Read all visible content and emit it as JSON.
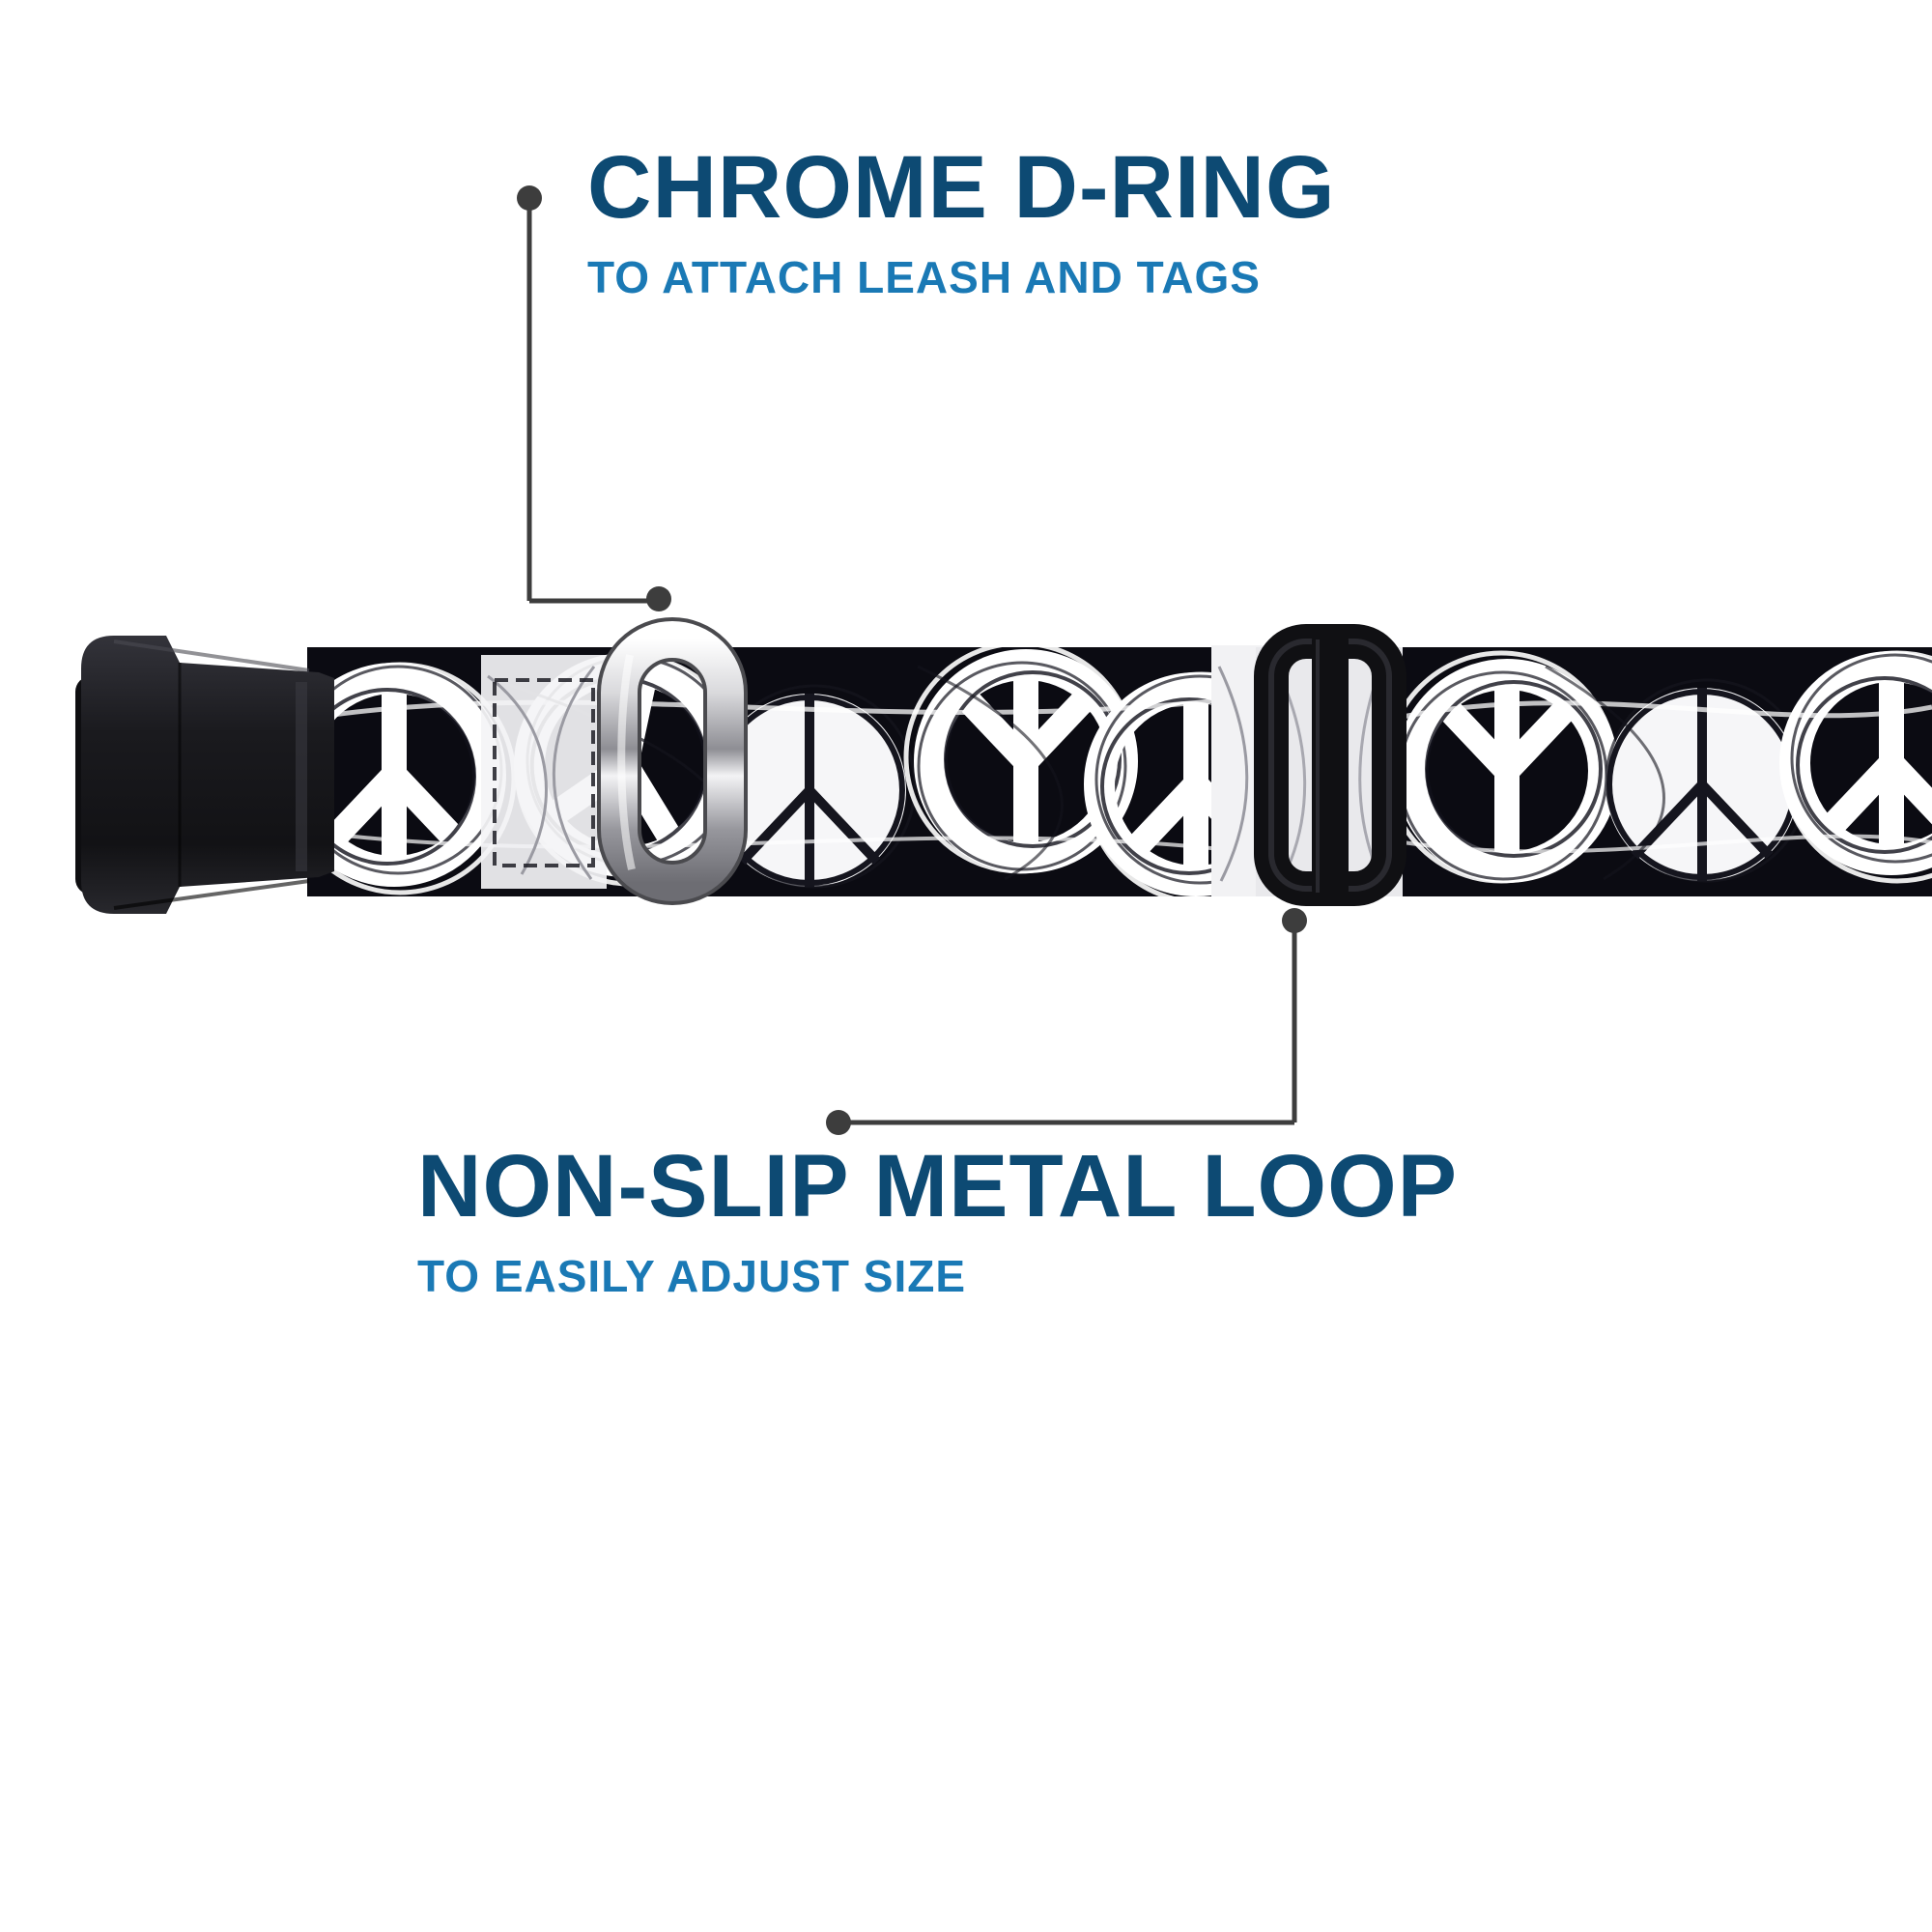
{
  "page": {
    "background": "#ffffff",
    "description": "Dog collar product callout diagram"
  },
  "callouts": {
    "d_ring": {
      "title": "CHROME D-RING",
      "subtitle": "TO ATTACH LEASH AND TAGS"
    },
    "metal_loop": {
      "title": "NON-SLIP METAL LOOP",
      "subtitle": "TO EASILY ADJUST SIZE"
    }
  },
  "colors": {
    "title_text": "#0d4a73",
    "subtitle_text": "#1a79b5",
    "leader_line": "#3d3d3d",
    "strap_background": "#0b0b12",
    "strap_pattern": "#ffffff",
    "buckle_plastic": "#1b1b1f",
    "d_ring_chrome": "#c9c9cd",
    "metal_loop_black": "#101013"
  },
  "parts": {
    "buckle": "plastic-side-release-buckle",
    "strap": "peace-sign-webbing-strap",
    "d_ring": "chrome-d-ring",
    "metal_loop": "non-slip-metal-loop-slider"
  }
}
